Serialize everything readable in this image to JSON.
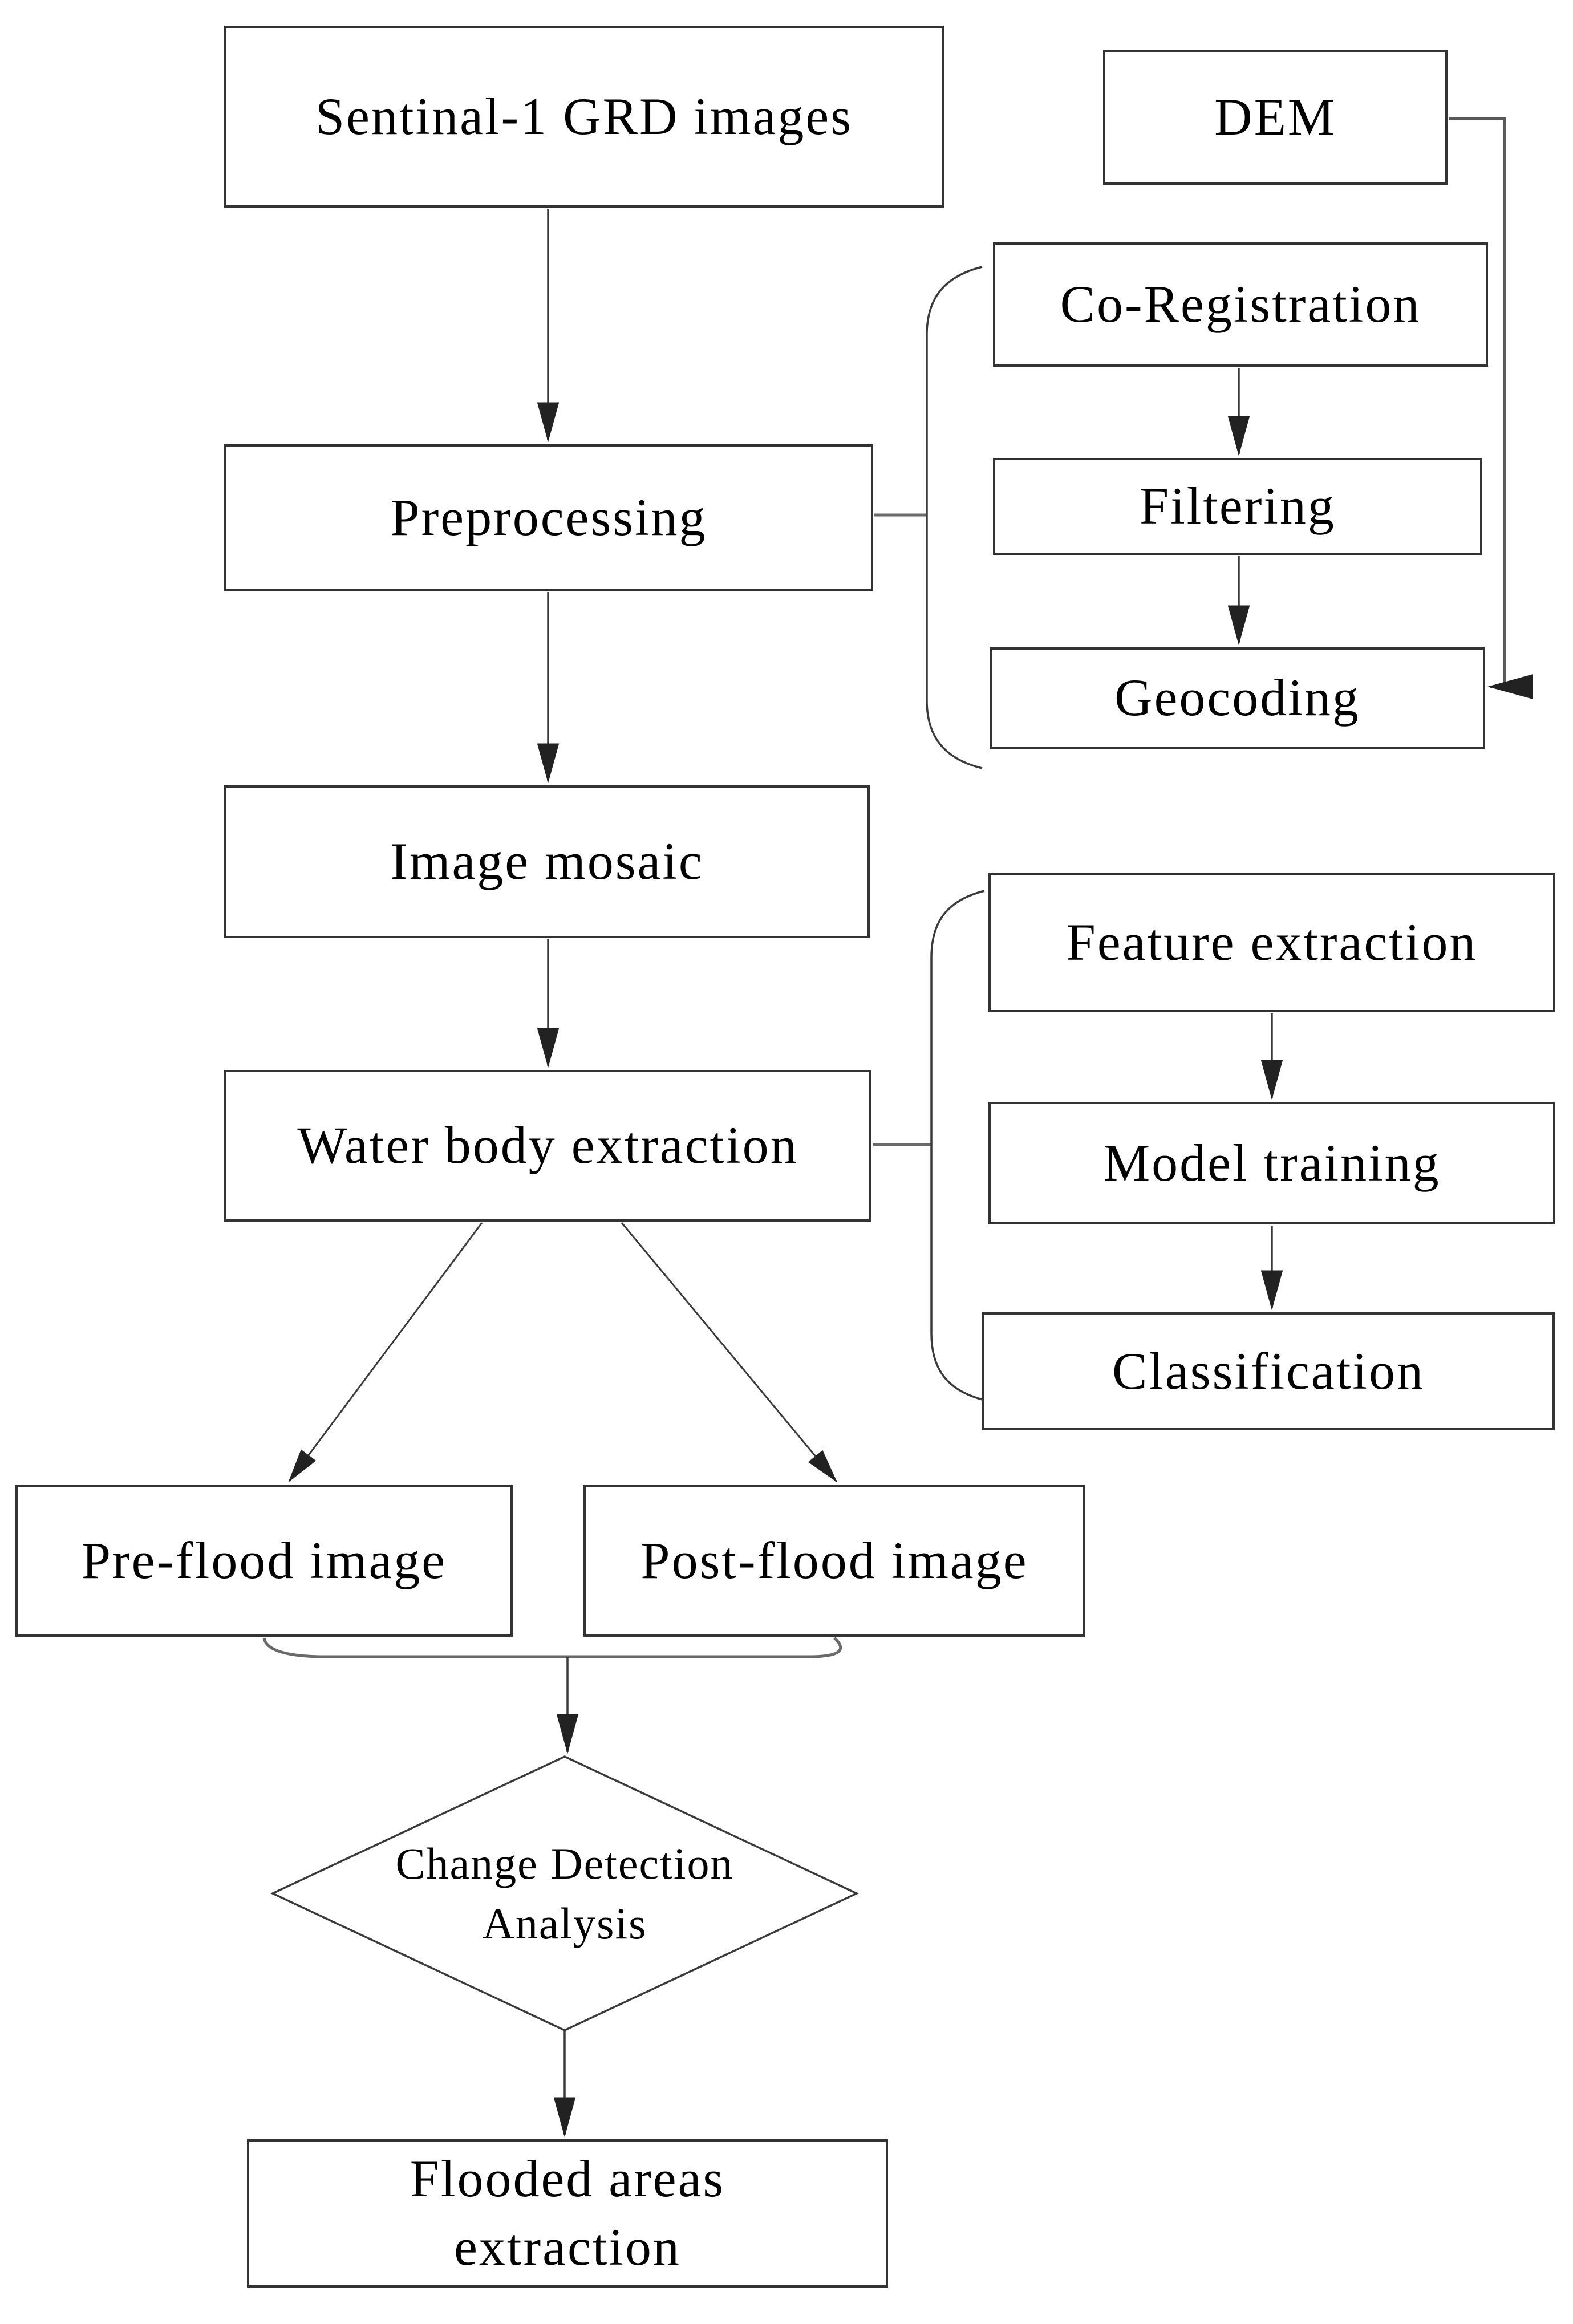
{
  "diagram": {
    "nodes": {
      "sentinel_grd": {
        "label": "Sentinal-1 GRD images"
      },
      "dem": {
        "label": "DEM"
      },
      "co_registration": {
        "label": "Co-Registration"
      },
      "preprocessing": {
        "label": "Preprocessing"
      },
      "filtering": {
        "label": "Filtering"
      },
      "geocoding": {
        "label": "Geocoding"
      },
      "image_mosaic": {
        "label": "Image mosaic"
      },
      "feature_extraction": {
        "label": "Feature extraction"
      },
      "water_body": {
        "label": "Water body extraction"
      },
      "model_training": {
        "label": "Model training"
      },
      "classification": {
        "label": "Classification"
      },
      "pre_flood": {
        "label": "Pre-flood image"
      },
      "post_flood": {
        "label": "Post-flood image"
      },
      "change_detection": {
        "label_line1": "Change Detection",
        "label_line2": "Analysis"
      },
      "flooded_areas": {
        "label_line1": "Flooded areas",
        "label_line2": "extraction"
      }
    },
    "edges": [
      {
        "from": "sentinel_grd",
        "to": "preprocessing",
        "type": "arrow"
      },
      {
        "from": "preprocessing",
        "to": "image_mosaic",
        "type": "arrow"
      },
      {
        "from": "image_mosaic",
        "to": "water_body",
        "type": "arrow"
      },
      {
        "from": "preprocessing",
        "to": "co_registration",
        "type": "bracket"
      },
      {
        "from": "preprocessing",
        "to": "filtering",
        "type": "bracket"
      },
      {
        "from": "preprocessing",
        "to": "geocoding",
        "type": "bracket"
      },
      {
        "from": "co_registration",
        "to": "filtering",
        "type": "arrow"
      },
      {
        "from": "filtering",
        "to": "geocoding",
        "type": "arrow"
      },
      {
        "from": "dem",
        "to": "geocoding",
        "type": "arrow"
      },
      {
        "from": "water_body",
        "to": "feature_extraction",
        "type": "bracket"
      },
      {
        "from": "water_body",
        "to": "model_training",
        "type": "bracket"
      },
      {
        "from": "water_body",
        "to": "classification",
        "type": "bracket"
      },
      {
        "from": "feature_extraction",
        "to": "model_training",
        "type": "arrow"
      },
      {
        "from": "model_training",
        "to": "classification",
        "type": "arrow"
      },
      {
        "from": "water_body",
        "to": "pre_flood",
        "type": "arrow"
      },
      {
        "from": "water_body",
        "to": "post_flood",
        "type": "arrow"
      },
      {
        "from": "pre_flood",
        "to": "change_detection",
        "type": "merge-arrow"
      },
      {
        "from": "post_flood",
        "to": "change_detection",
        "type": "merge-arrow"
      },
      {
        "from": "change_detection",
        "to": "flooded_areas",
        "type": "arrow"
      }
    ],
    "colors": {
      "background": "#ffffff",
      "box_border": "#333333",
      "line": "#3a3a3a",
      "text": "#000000"
    }
  }
}
